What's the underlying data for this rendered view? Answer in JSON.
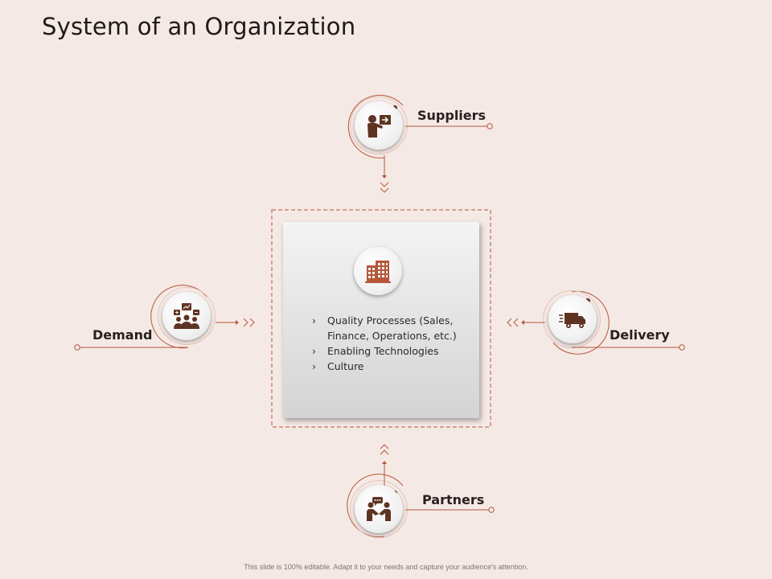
{
  "slide": {
    "title": "System of an Organization",
    "footer": "This slide is 100% editable. Adapt it to your needs and capture your audience's attention."
  },
  "colors": {
    "background": "#f5e9e5",
    "accent": "#b5573a",
    "icon": "#5e3322"
  },
  "nodes": {
    "suppliers": {
      "label": "Suppliers",
      "icon": "presenter-icon"
    },
    "demand": {
      "label": "Demand",
      "icon": "customers-chart-icon"
    },
    "delivery": {
      "label": "Delivery",
      "icon": "delivery-truck-icon"
    },
    "partners": {
      "label": "Partners",
      "icon": "handshake-icon"
    }
  },
  "center": {
    "icon": "building-icon",
    "items": [
      "Quality Processes (Sales, Finance, Operations, etc.)",
      "Enabling Technologies",
      "Culture"
    ]
  }
}
